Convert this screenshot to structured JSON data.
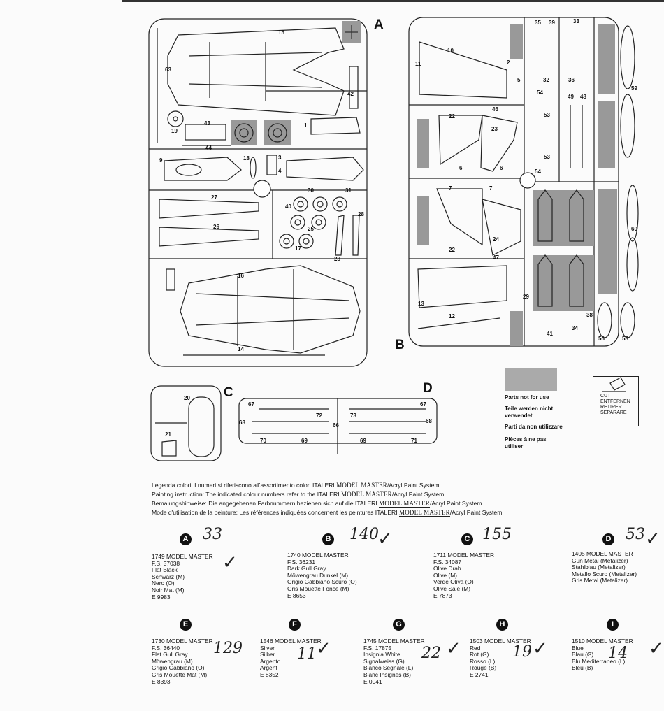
{
  "sprues": {
    "A": "A",
    "B": "B",
    "C": "C",
    "D": "D"
  },
  "part_numbers_a": [
    "15",
    "63",
    "42",
    "1",
    "19",
    "43",
    "44",
    "9",
    "18",
    "3",
    "4",
    "27",
    "30",
    "31",
    "40",
    "28",
    "26",
    "25",
    "17",
    "28",
    "16",
    "14"
  ],
  "part_numbers_b": [
    "35",
    "39",
    "33",
    "10",
    "11",
    "2",
    "5",
    "32",
    "36",
    "54",
    "49",
    "48",
    "59",
    "46",
    "22",
    "23",
    "53",
    "6",
    "6",
    "53",
    "54",
    "7",
    "7",
    "60",
    "22",
    "24",
    "47",
    "13",
    "12",
    "29",
    "38",
    "34",
    "41",
    "56",
    "58"
  ],
  "part_numbers_c": [
    "20",
    "21"
  ],
  "part_numbers_d": [
    "67",
    "72",
    "73",
    "67",
    "68",
    "66",
    "68",
    "70",
    "69",
    "69",
    "71"
  ],
  "legend": {
    "not_for_use": [
      "Parts not for use",
      "Teile werden nicht verwendet",
      "Parti da non utilizzare",
      "Pièces à ne pas utiliser"
    ],
    "cut": [
      "CUT",
      "ENTFERNEN",
      "RETIRER",
      "SEPARARE"
    ]
  },
  "painting_lines": [
    {
      "pre": "Legenda colori: I numeri si riferiscono all'assortimento colori ITALERI ",
      "post": "/Acryl Paint System"
    },
    {
      "pre": "Painting instruction: The indicated colour numbers refer to the ITALERI ",
      "post": "/Acryl Paint System"
    },
    {
      "pre": "Bemalungshinweise: Die angegebenen Farbnummern beziehen sich auf die ITALERI ",
      "post": "/Acryl Paint System"
    },
    {
      "pre": "Mode d'utilisation de la peinture: Les références indiquées concernent les peintures ITALERI ",
      "post": "/Acryl Paint System"
    }
  ],
  "model_master_logo": "MODEL MASTER",
  "colors": [
    {
      "badge": "A",
      "code": "1749 MODEL MASTER",
      "lines": [
        "F.S. 37038",
        "Flat Black",
        "Schwarz (M)",
        "Nero (O)",
        "Noir Mat (M)",
        "E 9983"
      ],
      "handwritten": "33",
      "checked": true
    },
    {
      "badge": "B",
      "code": "1740 MODEL MASTER",
      "lines": [
        "F.S. 36231",
        "Dark Gull Gray",
        "Möwengrau Dunkel (M)",
        "Grigio Gabbiano Scuro (O)",
        "Gris Mouette Foncé (M)",
        "E 8653"
      ],
      "handwritten": "140",
      "checked": true
    },
    {
      "badge": "C",
      "code": "1711 MODEL MASTER",
      "lines": [
        "F.S. 34087",
        "Olive Drab",
        "Olive (M)",
        "Verde Oliva (O)",
        "Olive Sale (M)",
        "E 7873"
      ],
      "handwritten": "155",
      "checked": false
    },
    {
      "badge": "D",
      "code": "1405 MODEL MASTER",
      "lines": [
        "Gun Metal (Metalizer)",
        "Stahlblau (Metalizer)",
        "Metallo Scuro (Metalizer)",
        "Gris Metal (Metalizer)"
      ],
      "handwritten": "53",
      "checked": true
    },
    {
      "badge": "E",
      "code": "1730 MODEL MASTER",
      "lines": [
        "F.S. 36440",
        "Flat Gull Gray",
        "Möwengrau (M)",
        "Grigio Gabbiano (O)",
        "Gris Mouette Mat (M)",
        "E 8393"
      ],
      "handwritten": "129",
      "checked": false
    },
    {
      "badge": "F",
      "code": "1546 MODEL MASTER",
      "lines": [
        "Silver",
        "Silber",
        "Argento",
        "Argent",
        "E 8352"
      ],
      "handwritten": "11",
      "checked": true
    },
    {
      "badge": "G",
      "code": "1745 MODEL MASTER",
      "lines": [
        "F.S. 17875",
        "Insignia White",
        "Signalweiss (G)",
        "Bianco Segnale (L)",
        "Blanc Insignes (B)",
        "E 0041"
      ],
      "handwritten": "22",
      "checked": true
    },
    {
      "badge": "H",
      "code": "1503 MODEL MASTER",
      "lines": [
        "Red",
        "Rot (G)",
        "Rosso (L)",
        "Rouge (B)",
        "E 2741"
      ],
      "handwritten": "19",
      "checked": true
    },
    {
      "badge": "I",
      "code": "1510 MODEL MASTER",
      "lines": [
        "Blue",
        "Blau (G)",
        "Blu Mediterraneo (L)",
        "Bleu (B)"
      ],
      "handwritten": "14",
      "checked": true
    }
  ]
}
